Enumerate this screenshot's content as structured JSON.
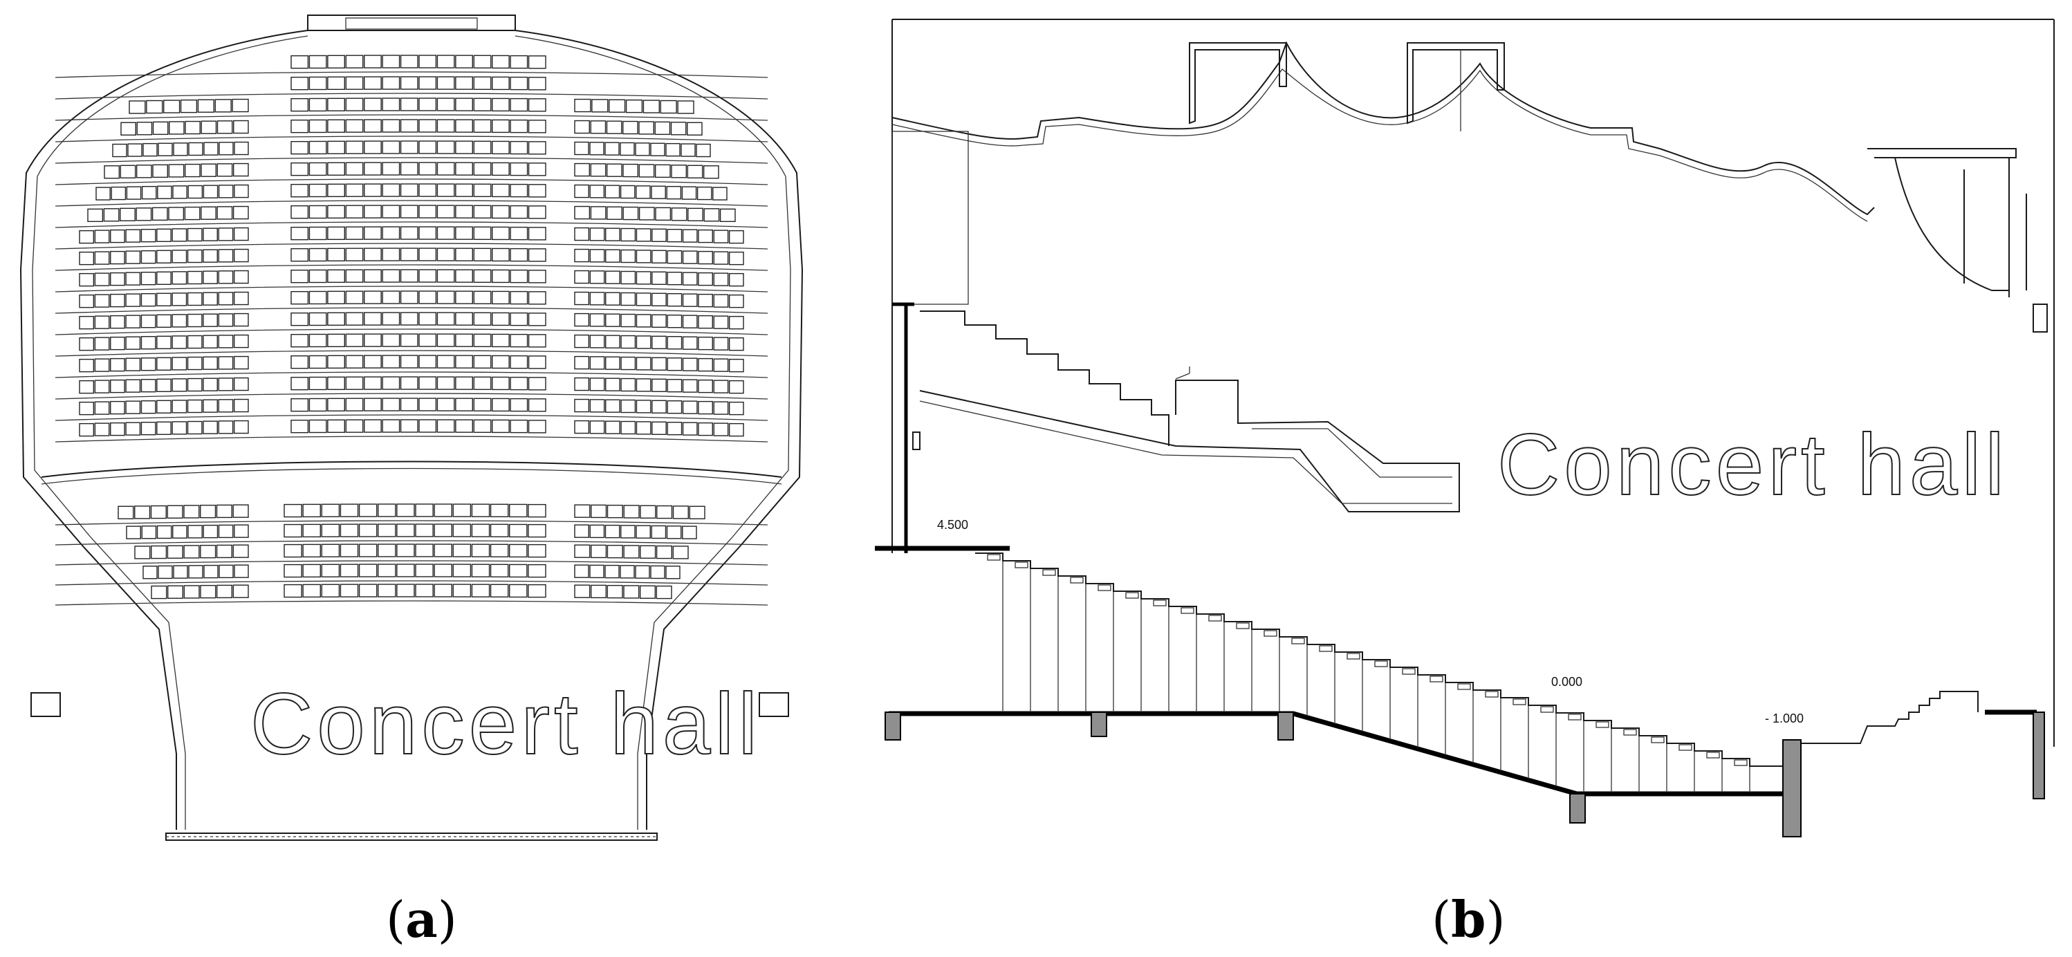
{
  "panels": [
    {
      "id": "a",
      "label_open": "(",
      "label_letter": "a",
      "label_close": ")",
      "hall_label": "Concert hall"
    },
    {
      "id": "b",
      "label_open": "(",
      "label_letter": "b",
      "label_close": ")",
      "hall_label": "Concert hall",
      "levels": [
        "4.500",
        "0.000",
        "- 1.000"
      ]
    }
  ],
  "colors": {
    "line": "#1a1a1a",
    "pier_fill": "#8f8f8f",
    "slab": "#000000",
    "background": "#ffffff"
  }
}
